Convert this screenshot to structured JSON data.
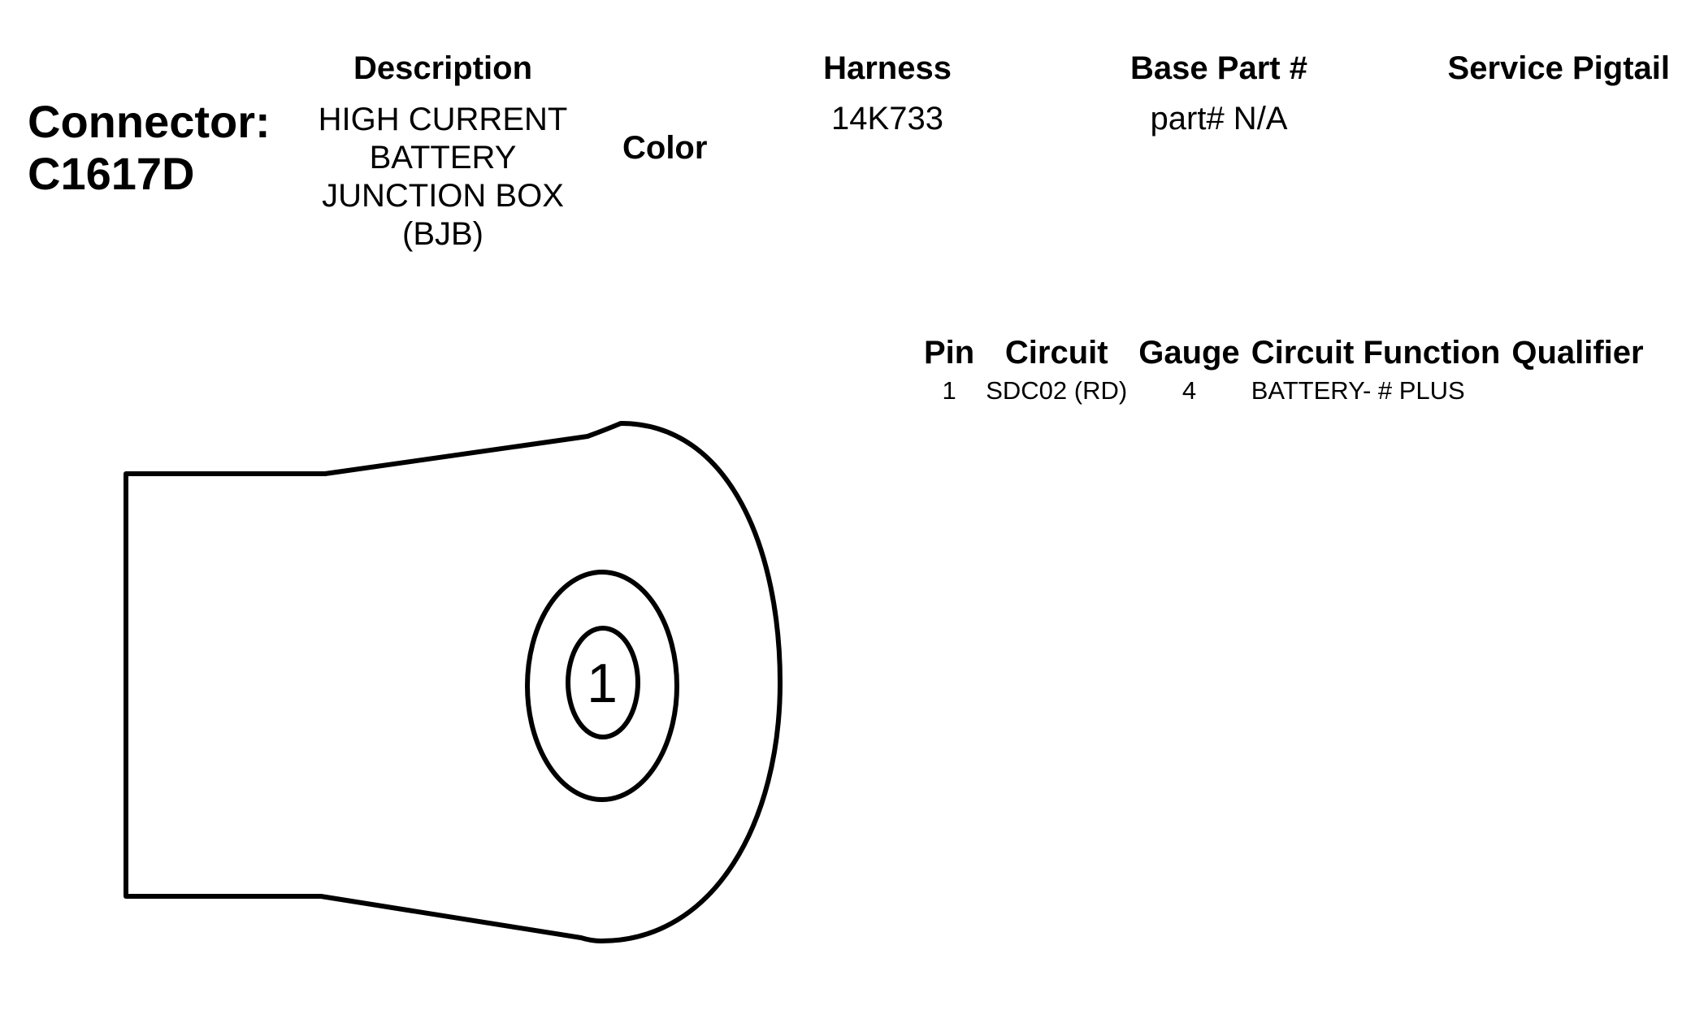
{
  "connector": {
    "label": "Connector:",
    "id": "C1617D"
  },
  "headers": {
    "description": "Description",
    "color": "Color",
    "harness": "Harness",
    "base_part": "Base Part #",
    "service_pigtail": "Service Pigtail"
  },
  "values": {
    "description_lines": [
      "HIGH CURRENT",
      "BATTERY",
      "JUNCTION BOX",
      "(BJB)"
    ],
    "harness": "14K733",
    "base_part": "part# N/A"
  },
  "pin_table": {
    "columns": [
      "Pin",
      "Circuit",
      "Gauge",
      "Circuit Function",
      "Qualifier"
    ],
    "rows": [
      {
        "pin": "1",
        "circuit": "SDC02 (RD)",
        "gauge": "4",
        "function": "BATTERY- # PLUS",
        "qualifier": ""
      }
    ]
  },
  "diagram": {
    "pin_label": "1",
    "stroke_color": "#000000"
  }
}
